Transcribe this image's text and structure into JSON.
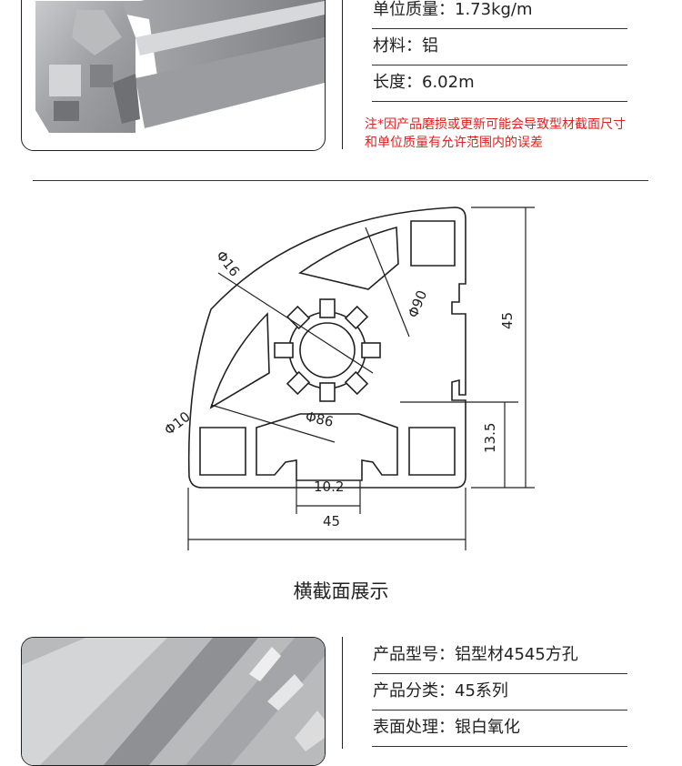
{
  "top_specs": {
    "unit_mass": "单位质量：1.73kg/m",
    "material": "材料：铝",
    "length": "长度：6.02m"
  },
  "note": "注*因产品磨损或更新可能会导致型材截面尺寸和单位质量有允许范围内的误差",
  "drawing": {
    "dim_phi16": "Φ16",
    "dim_phi90": "Φ90",
    "dim_45_vertical": "45",
    "dim_phi10": "Φ10",
    "dim_phi86": "Φ86",
    "dim_13_5": "13.5",
    "dim_10_2": "10.2",
    "dim_45_horizontal": "45"
  },
  "caption": "横截面展示",
  "bottom_specs": {
    "model": "产品型号：铝型材4545方孔",
    "category": "产品分类：45系列",
    "surface": "表面处理：银白氧化"
  },
  "colors": {
    "profile_fill": "#ffffff",
    "line": "#222222",
    "note_red": "#e02020",
    "aluminum": "#a7a9ab"
  }
}
